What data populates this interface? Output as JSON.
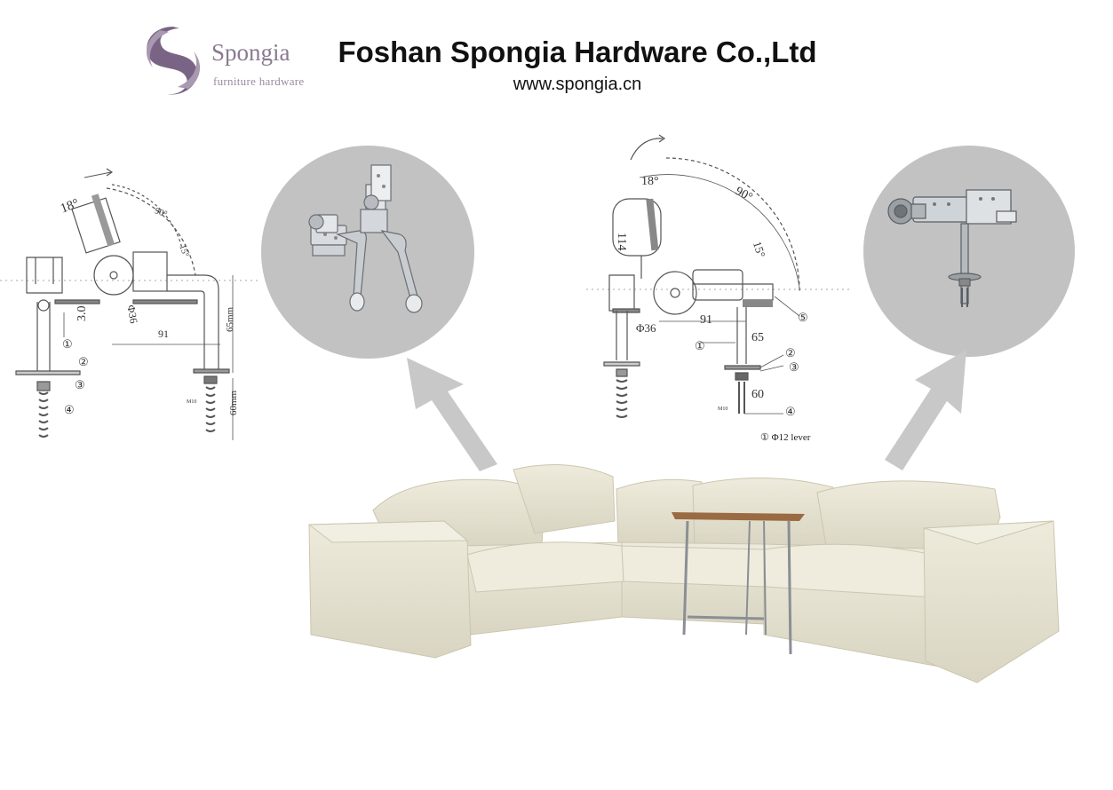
{
  "header": {
    "logo_name": "Spongia",
    "logo_tagline": "furniture hardware",
    "company": "Foshan Spongia Hardware Co.,Ltd",
    "website": "www.spongia.cn"
  },
  "diagram_left": {
    "angle_18": "18°",
    "angle_90": "90°",
    "angle_15": "15°",
    "dim_diameter": "Φ36",
    "dim_30": "3.0",
    "dim_91": "91",
    "dim_65": "65mm",
    "dim_60": "60mm",
    "bolt_label": "M10",
    "callout_1": "①",
    "callout_2": "②",
    "callout_3": "③",
    "callout_4": "④"
  },
  "diagram_right": {
    "angle_18": "18°",
    "angle_90": "90°",
    "angle_15": "15°",
    "dim_114": "114",
    "dim_91": "91",
    "dim_diameter": "Φ36",
    "dim_65": "65",
    "dim_60": "60",
    "bolt_label": "M10",
    "callout_1": "①",
    "callout_2": "②",
    "callout_3": "③",
    "callout_4": "④",
    "callout_5": "⑤",
    "legend": "① Φ12 lever"
  },
  "colors": {
    "circle_bg": "#c2c2c2",
    "arrow": "#c8c8c8",
    "sofa": "#e8e4d2",
    "logo_purple": "#7a6485",
    "line": "#555555"
  }
}
